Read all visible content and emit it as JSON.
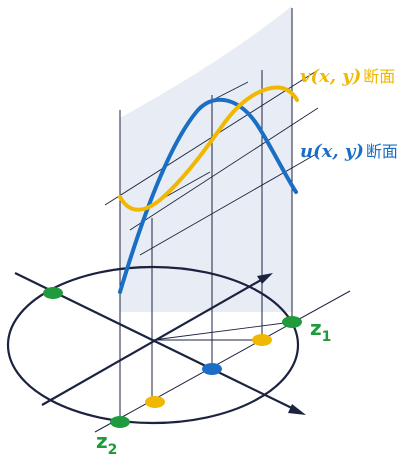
{
  "labels": {
    "v_curve": "v(x, y)",
    "u_curve": "u(x, y)",
    "cross_section": "断面",
    "z1": "z",
    "z1_sub": "1",
    "z2": "z",
    "z2_sub": "2"
  },
  "colors": {
    "u_curve": "#1a6fc4",
    "v_curve": "#f0b800",
    "z_points": "#1f9a3c",
    "plane": "#e7ecf4",
    "axes": "#1c2340"
  }
}
